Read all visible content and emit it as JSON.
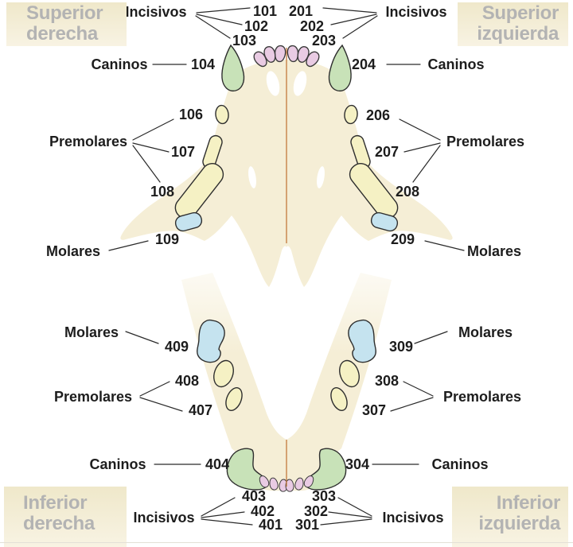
{
  "corners": {
    "top_left": {
      "line1": "Superior",
      "line2": "derecha"
    },
    "top_right": {
      "line1": "Superior",
      "line2": "izquierda"
    },
    "bottom_left": {
      "line1": "Inferior",
      "line2": "derecha"
    },
    "bottom_right": {
      "line1": "Inferior",
      "line2": "izquierda"
    }
  },
  "group_labels": {
    "incisivos": "Incisivos",
    "caninos": "Caninos",
    "premolares": "Premolares",
    "molares": "Molares"
  },
  "teeth_numbers": {
    "upper_right": {
      "i1": "101",
      "i2": "102",
      "i3": "103",
      "c": "104",
      "p2": "106",
      "p3": "107",
      "p4": "108",
      "m1": "109"
    },
    "upper_left": {
      "i1": "201",
      "i2": "202",
      "i3": "203",
      "c": "204",
      "p2": "206",
      "p3": "207",
      "p4": "208",
      "m1": "209"
    },
    "lower_left": {
      "i1": "301",
      "i2": "302",
      "i3": "303",
      "c": "304",
      "p2": "307",
      "p3": "308",
      "m1": "309"
    },
    "lower_right": {
      "i1": "401",
      "i2": "402",
      "i3": "403",
      "c": "404",
      "p2": "407",
      "p3": "408",
      "m1": "409"
    }
  },
  "legend_colors": {
    "bone": "#f5eed6",
    "incisor": "#e9cbe3",
    "canine": "#c8e2b8",
    "premolar": "#f5f1c4",
    "molar": "#c5e3ef",
    "midline": "#c27a3c",
    "corner_background": "#f0e9cc",
    "corner_text": "#b3b3b3",
    "connector_line": "#2a2a2a"
  }
}
